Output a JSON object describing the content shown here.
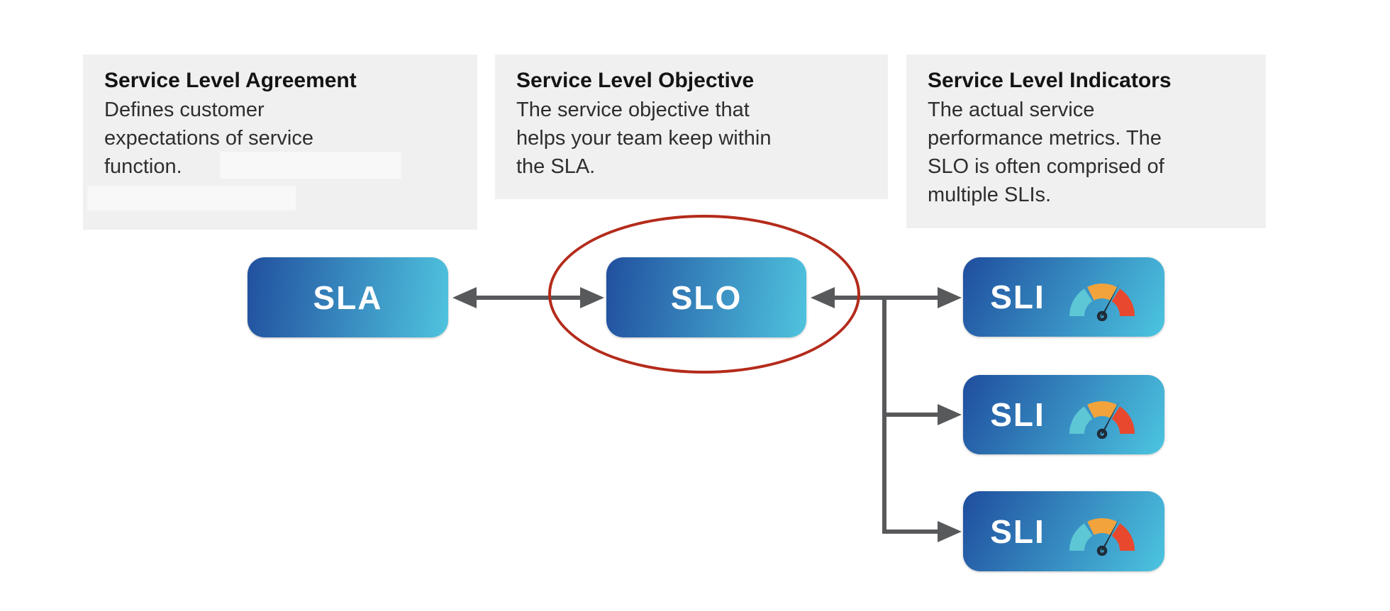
{
  "info_cards": [
    {
      "title": "Service Level Agreement",
      "lines": [
        "Defines customer",
        "expectations of service",
        "function."
      ]
    },
    {
      "title": "Service Level Objective",
      "lines": [
        "The service objective that",
        "helps your team keep within",
        "the SLA."
      ]
    },
    {
      "title": "Service Level Indicators",
      "lines": [
        "The actual service",
        "performance metrics. The",
        "SLO is often comprised of",
        "multiple SLIs."
      ]
    }
  ],
  "nodes": {
    "sla": {
      "label": "SLA"
    },
    "slo": {
      "label": "SLO"
    },
    "sli": {
      "label": "SLI"
    }
  },
  "icons": {
    "gauge": "gauge-icon"
  },
  "colors": {
    "card_background": "#f0f0f1",
    "node_gradient_start": "#21509f",
    "node_gradient_end": "#4fc3de",
    "connector_gray": "#58595b",
    "highlight_red": "#b42b1b",
    "gauge_teal": "#5ec7d5",
    "gauge_orange": "#f2a33c",
    "gauge_red": "#e8482e",
    "gauge_needle": "#1e2b36"
  }
}
